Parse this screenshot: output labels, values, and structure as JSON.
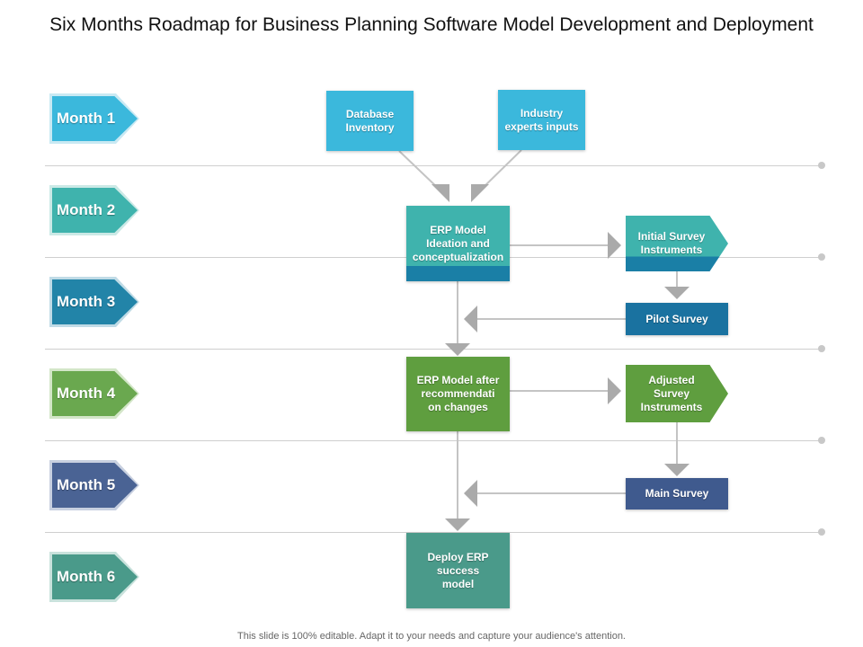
{
  "title": "Six Months Roadmap for Business Planning Software Model Development and Deployment",
  "footer": "This slide is 100% editable. Adapt it to your needs and capture your audience's attention.",
  "months": [
    {
      "label": "Month 1",
      "color": "#3bb8dc"
    },
    {
      "label": "Month 2",
      "color": "#3fb3ad"
    },
    {
      "label": "Month 3",
      "color": "#2284a8"
    },
    {
      "label": "Month 4",
      "color": "#6aa84f"
    },
    {
      "label": "Month 5",
      "color": "#4a6394"
    },
    {
      "label": "Month 6",
      "color": "#4a9a8a"
    }
  ],
  "nodes": {
    "database_inventory": {
      "label": "Database Inventory",
      "color": "#3bb8dc"
    },
    "industry_experts": {
      "label": "Industry experts inputs",
      "color": "#3bb8dc"
    },
    "erp_ideation": {
      "label": "ERP Model Ideation and conceptualization",
      "color": "#3fb3ad",
      "accent": "#1a7fa6"
    },
    "initial_survey": {
      "label": "Initial Survey Instruments",
      "color": "#3fb3ad",
      "accent": "#1a7fa6"
    },
    "pilot_survey": {
      "label": "Pilot Survey",
      "color": "#1a72a0"
    },
    "erp_after_recommendation": {
      "label": "ERP Model after recommendati on changes",
      "color": "#5f9e3f"
    },
    "adjusted_survey": {
      "label": "Adjusted Survey Instruments",
      "color": "#5f9e3f"
    },
    "main_survey": {
      "label": "Main Survey",
      "color": "#3f5a8e"
    },
    "deploy_erp": {
      "label": "Deploy ERP success model",
      "color": "#4a9a8a"
    }
  }
}
